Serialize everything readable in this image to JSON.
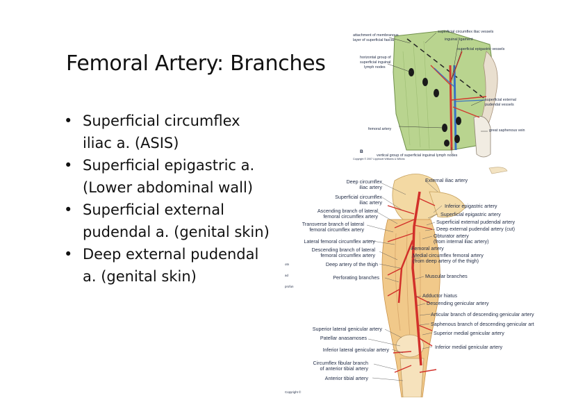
{
  "slide": {
    "title": "Femoral Artery: Branches",
    "bullets": [
      "Superficial circumflex iliac a. (ASIS)",
      "Superficial epigastric a. (Lower abdominal wall)",
      "Superficial external pudendal a. (genital skin)",
      "Deep external pudendal a. (genital skin)"
    ]
  },
  "figure_top": {
    "labels": {
      "attachment": [
        "attachment of membranous",
        "layer of superficial fascia"
      ],
      "horizontal": [
        "horizontal group of",
        "superficial inguinal",
        "lymph nodes"
      ],
      "femoral_artery": "femoral artery",
      "sci_vessels": "superficial circumflex iliac vessels",
      "inguinal_ligament": "inguinal ligament",
      "se_vessels": "superficial epigastric vessels",
      "sep_vessels": [
        "superficial external",
        "pudendal vessels"
      ],
      "gsv": "great saphenous vein",
      "vertical": "vertical group of superficial inguinal lymph nodes",
      "panel_letter": "B",
      "copyright": "Copyright © 2007 Lippincott Williams & Wilkins"
    }
  },
  "figure_bottom": {
    "labels_left": [
      [
        "Deep circumflex",
        "iliac artery"
      ],
      [
        "Superficial circumflex",
        "iliac artery"
      ],
      [
        "Ascending branch of lateral",
        "femoral circumflex artery"
      ],
      [
        "Transverse branch of lateral",
        "femoral circumflex artery"
      ],
      [
        "Lateral femoral circumflex artery"
      ],
      [
        "Descending branch of lateral",
        "femoral circumflex artery"
      ],
      [
        "Deep artery of the thigh"
      ],
      [
        "Perforating branches"
      ],
      [
        "Superior lateral genicular artery"
      ],
      [
        "Patellar anasamoses"
      ],
      [
        "Inferior lateral genicular artery"
      ],
      [
        "Circumflex fibular branch",
        "of anterior tibial artery"
      ],
      [
        "Anterior tibial artery"
      ]
    ],
    "labels_right": [
      [
        "External iliac artery"
      ],
      [
        "Inferior epigastric artery"
      ],
      [
        "Superficial epigastric artery"
      ],
      [
        "Superficial external pudendal artery"
      ],
      [
        "Deep external pudendal artery (cut)"
      ],
      [
        "Obturator artery",
        "(from internal iliac artery)"
      ],
      [
        "Femoral artery"
      ],
      [
        "Medial circumflex femoral artery",
        "(from deep artery of the thigh)"
      ],
      [
        "Muscular branches"
      ],
      [
        "Adductor hiatus"
      ],
      [
        "Descending genicular artery"
      ],
      [
        "Articular branch of descending genicular artery"
      ],
      [
        "Saphenous branch of descending genicular art"
      ],
      [
        "Superior medial genicular artery"
      ],
      [
        "Inferior medial genicular artery"
      ]
    ],
    "margin_fragments": [
      "otn",
      "ad",
      "profun"
    ],
    "copyright": "Copyright ©"
  }
}
